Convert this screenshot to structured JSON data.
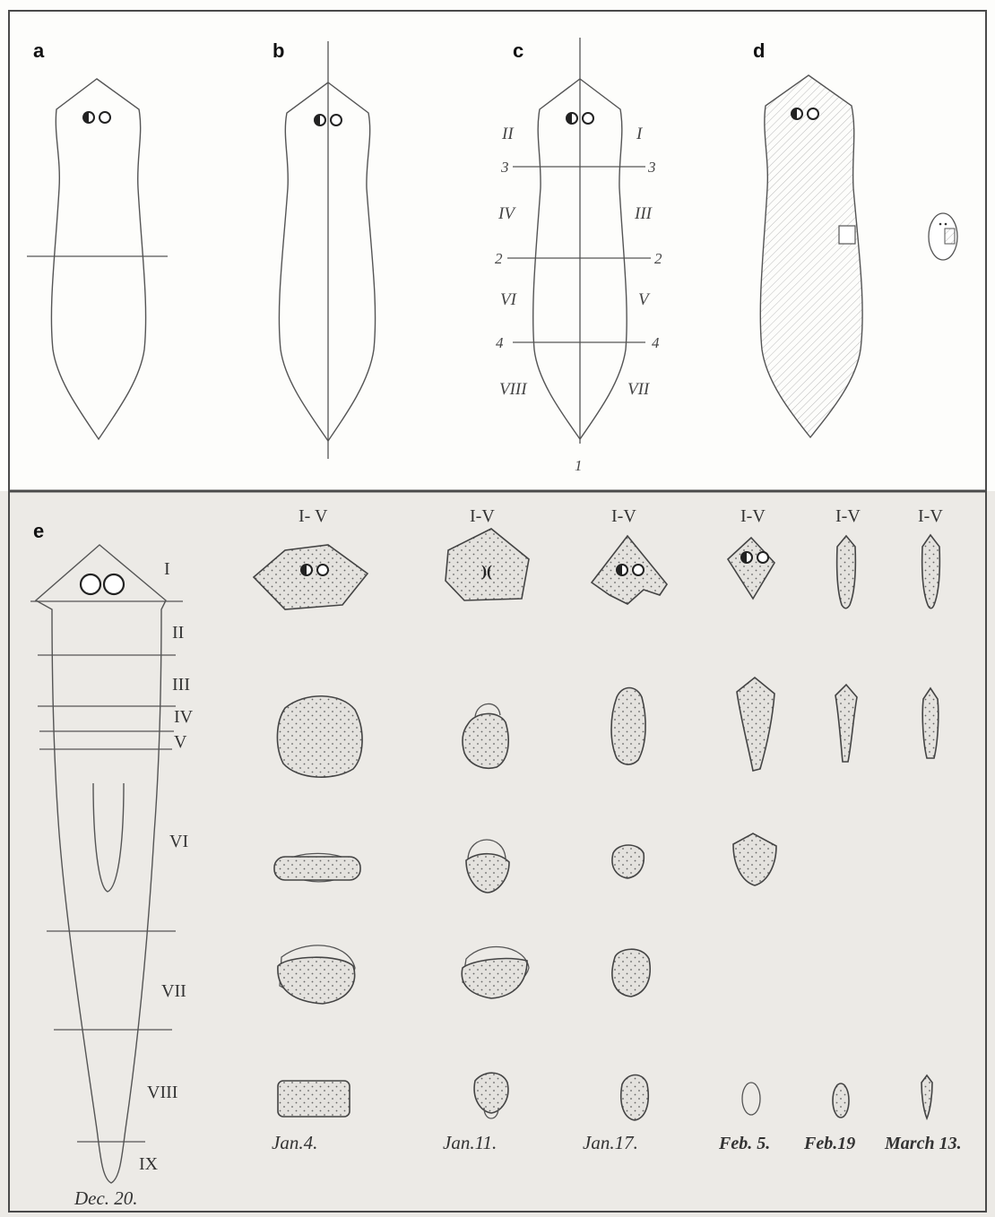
{
  "panels": {
    "a": {
      "letter": "a"
    },
    "b": {
      "letter": "b"
    },
    "c": {
      "letter": "c",
      "region_labels": [
        "I",
        "II",
        "III",
        "IV",
        "V",
        "VI",
        "VII",
        "VIII"
      ],
      "cut_labels": [
        "3",
        "3",
        "2",
        "2",
        "4",
        "4",
        "1"
      ]
    },
    "d": {
      "letter": "d"
    },
    "e": {
      "letter": "e",
      "region_labels": [
        "I",
        "II",
        "III",
        "IV",
        "V",
        "VI",
        "VII",
        "VIII",
        "IX"
      ],
      "start_date": "Dec. 20.",
      "column_headers": [
        "I- V",
        "I-V",
        "I-V",
        "I-V",
        "I-V",
        "I-V"
      ],
      "column_dates": [
        "Jan.4.",
        "Jan.11.",
        "Jan.17.",
        "Feb. 5.",
        "Feb.19",
        "March 13."
      ]
    }
  },
  "colors": {
    "top_background": "#fdfdfb",
    "bottom_background": "#eceae6",
    "frame": "#4a4a4a",
    "line": "#555555",
    "hatch": "#b8b8b8"
  }
}
